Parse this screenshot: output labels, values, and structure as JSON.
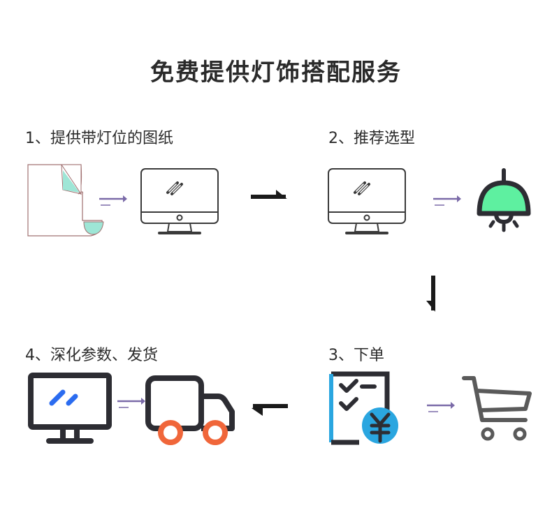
{
  "title": "免费提供灯饰搭配服务",
  "steps": [
    {
      "label": "1、提供带灯位的图纸"
    },
    {
      "label": "2、推荐选型"
    },
    {
      "label": "3、下单"
    },
    {
      "label": "4、深化参数、发货"
    }
  ],
  "colors": {
    "dark": "#2d2d33",
    "green": "#5ef0a0",
    "teal": "#9ee6d6",
    "orange": "#f0663a",
    "blue": "#2b6cf0",
    "cyan": "#2aa6e0",
    "arrow_small": "#7a6aa8",
    "arrow_big": "#1a1a1a"
  },
  "icons": {
    "drawing": "blueprint-paper-icon",
    "monitor": "monitor-icon",
    "lamp": "pendant-lamp-icon",
    "checklist": "checklist-yuan-icon",
    "cart": "shopping-cart-icon",
    "truck": "delivery-truck-icon"
  }
}
